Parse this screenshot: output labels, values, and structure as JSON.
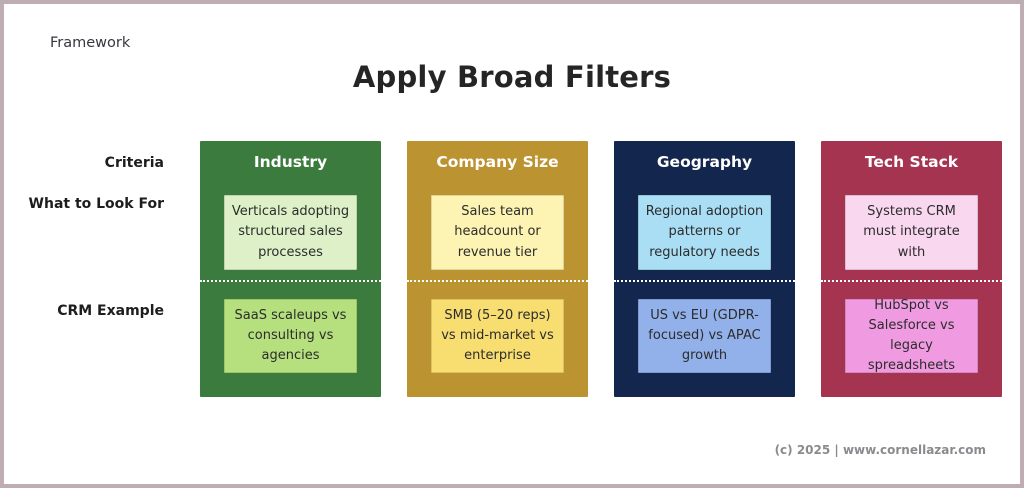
{
  "page": {
    "eyebrow": "Framework",
    "title": "Apply Broad Filters",
    "footer": "(c) 2025 | www.cornellazar.com"
  },
  "row_labels": [
    {
      "label": "Criteria"
    },
    {
      "label": "What to Look For"
    },
    {
      "label": "CRM Example"
    }
  ],
  "columns": [
    {
      "header": "Industry",
      "what_to_look_for": "Verticals adopting structured sales processes",
      "crm_example": "SaaS scaleups vs consulting vs agencies",
      "colors": {
        "column": "#3b7b3e",
        "card_top": "#ddf0c7",
        "card_bottom": "#b5e07d"
      }
    },
    {
      "header": "Company Size",
      "what_to_look_for": "Sales team headcount or revenue tier",
      "crm_example": "SMB (5–20 reps) vs mid-market vs enterprise",
      "colors": {
        "column": "#bb9331",
        "card_top": "#fdf3b2",
        "card_bottom": "#f8dd70"
      }
    },
    {
      "header": "Geography",
      "what_to_look_for": "Regional adoption patterns or regulatory needs",
      "crm_example": "US vs EU (GDPR-focused) vs APAC growth",
      "colors": {
        "column": "#13264d",
        "card_top": "#a9def4",
        "card_bottom": "#92b0e9"
      }
    },
    {
      "header": "Tech Stack",
      "what_to_look_for": "Systems CRM must integrate with",
      "crm_example": "HubSpot vs Salesforce vs legacy spreadsheets",
      "colors": {
        "column": "#a53450",
        "card_top": "#f8d7ef",
        "card_bottom": "#f09ae1"
      }
    }
  ]
}
